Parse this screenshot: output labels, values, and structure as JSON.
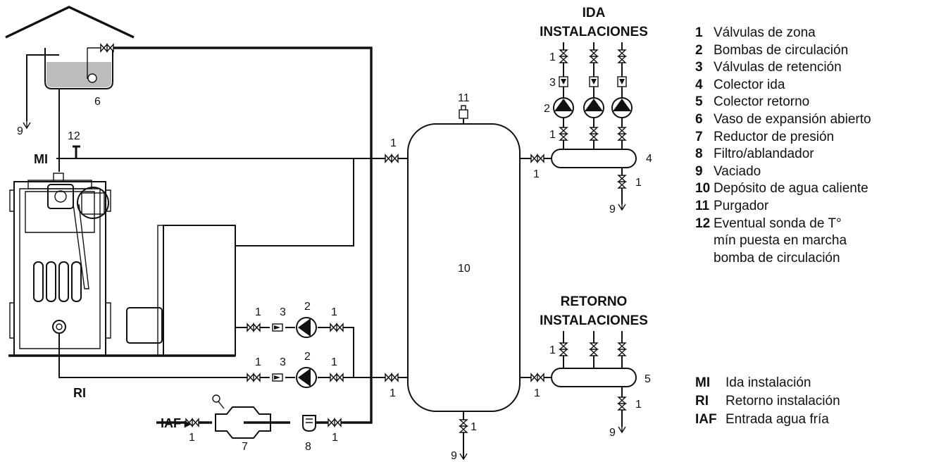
{
  "titles": {
    "ida_line1": "IDA",
    "ida_line2": "INSTALACIONES",
    "retorno_line1": "RETORNO",
    "retorno_line2": "INSTALACIONES"
  },
  "connections": {
    "mi": "MI",
    "ri": "RI",
    "iaf": "IAF ▸"
  },
  "callouts": {
    "c1": "1",
    "c2": "2",
    "c3": "3",
    "c4": "4",
    "c5": "5",
    "c6": "6",
    "c7": "7",
    "c8": "8",
    "c9": "9",
    "c10": "10",
    "c11": "11",
    "c12": "12"
  },
  "legend": {
    "items": [
      {
        "num": "1",
        "text": "Válvulas de zona"
      },
      {
        "num": "2",
        "text": "Bombas de circulación"
      },
      {
        "num": "3",
        "text": "Válvulas de retención"
      },
      {
        "num": "4",
        "text": "Colector ida"
      },
      {
        "num": "5",
        "text": "Colector retorno"
      },
      {
        "num": "6",
        "text": "Vaso de expansión abierto"
      },
      {
        "num": "7",
        "text": "Reductor de presión"
      },
      {
        "num": "8",
        "text": "Filtro/ablandador"
      },
      {
        "num": "9",
        "text": "Vaciado"
      },
      {
        "num": "10",
        "text": "Depósito de agua caliente"
      },
      {
        "num": "11",
        "text": "Purgador"
      },
      {
        "num": "12",
        "text": "Eventual sonda de T° mín puesta en marcha bomba de circulación"
      }
    ],
    "abbreviations": [
      {
        "code": "MI",
        "text": "Ida instalación"
      },
      {
        "code": "RI",
        "text": "Retorno instalación"
      },
      {
        "code": "IAF",
        "text": "Entrada agua fría"
      }
    ]
  }
}
